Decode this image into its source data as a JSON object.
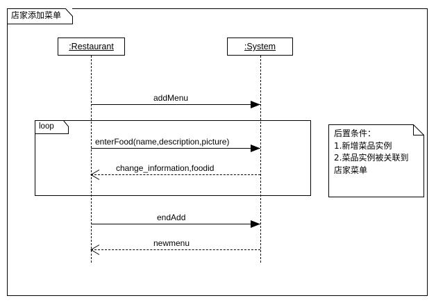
{
  "diagram": {
    "frame_label": "店家添加菜单",
    "type": "sequence-diagram",
    "colors": {
      "stroke": "#000000",
      "background": "#ffffff"
    }
  },
  "lifelines": [
    {
      "name": "restaurant",
      "label": ":Restaurant"
    },
    {
      "name": "system",
      "label": ":System"
    }
  ],
  "fragment": {
    "operator": "loop"
  },
  "messages": [
    {
      "id": "add-menu",
      "label": "addMenu",
      "kind": "sync",
      "from": "restaurant",
      "to": "system"
    },
    {
      "id": "enter-food",
      "label": "enterFood(name,description,picture)",
      "kind": "sync",
      "from": "restaurant",
      "to": "system"
    },
    {
      "id": "change-information",
      "label": "change_information,foodid",
      "kind": "return",
      "from": "system",
      "to": "restaurant"
    },
    {
      "id": "end-add",
      "label": "endAdd",
      "kind": "sync",
      "from": "restaurant",
      "to": "system"
    },
    {
      "id": "new-menu",
      "label": "newmenu",
      "kind": "return",
      "from": "system",
      "to": "restaurant"
    }
  ],
  "note": {
    "title": "后置条件：",
    "line1": "1.新增菜品实例",
    "line2": "2.菜品实例被关联到",
    "line3": "店家菜单",
    "text": "后置条件：\n1.新增菜品实例\n2.菜品实例被关联到\n店家菜单"
  }
}
